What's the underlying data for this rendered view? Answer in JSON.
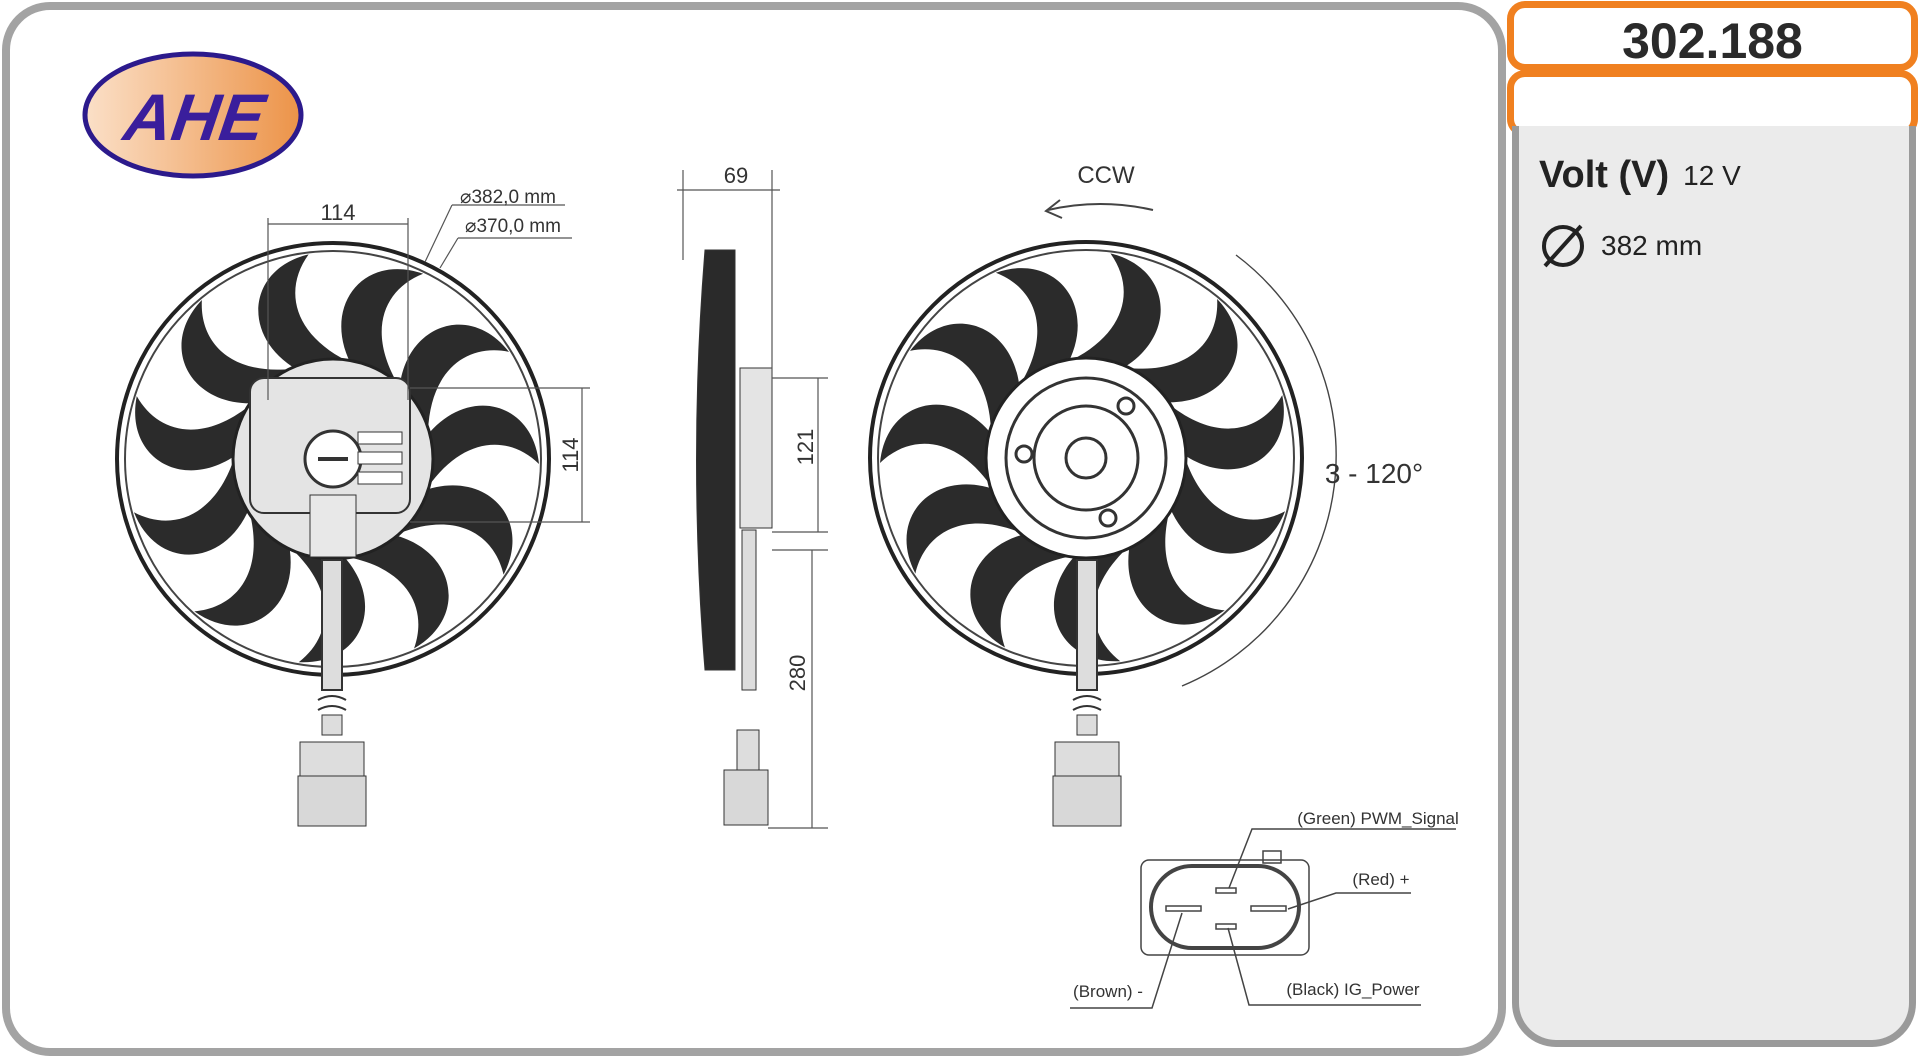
{
  "brand": {
    "logo_text": "AHE",
    "logo_colors": {
      "text": "#3a1e9c",
      "fill": "#f0a060"
    }
  },
  "part_number": "302.188",
  "secondary_box": "",
  "specs": [
    {
      "label": "Volt (V)",
      "value": "12 V"
    },
    {
      "icon": "diameter-icon",
      "value": "382 mm"
    }
  ],
  "drawing": {
    "front": {
      "width_dim": "114",
      "height_dim": "114",
      "outer_diameter": "⌀382,0 mm",
      "inner_diameter": "⌀370,0 mm"
    },
    "side": {
      "depth_dim": "69",
      "motor_dim": "121",
      "cable_dim": "280"
    },
    "back": {
      "rotation": "CCW",
      "mounting": "3 - 120°"
    },
    "connector": {
      "pins": [
        {
          "label": "(Green) PWM_Signal"
        },
        {
          "label": "(Red) +"
        },
        {
          "label": "(Brown) -"
        },
        {
          "label": "(Black) IG_Power"
        }
      ]
    }
  },
  "colors": {
    "accent": "#f08020",
    "frame": "#a3a3a3",
    "panel": "#ebebeb"
  }
}
